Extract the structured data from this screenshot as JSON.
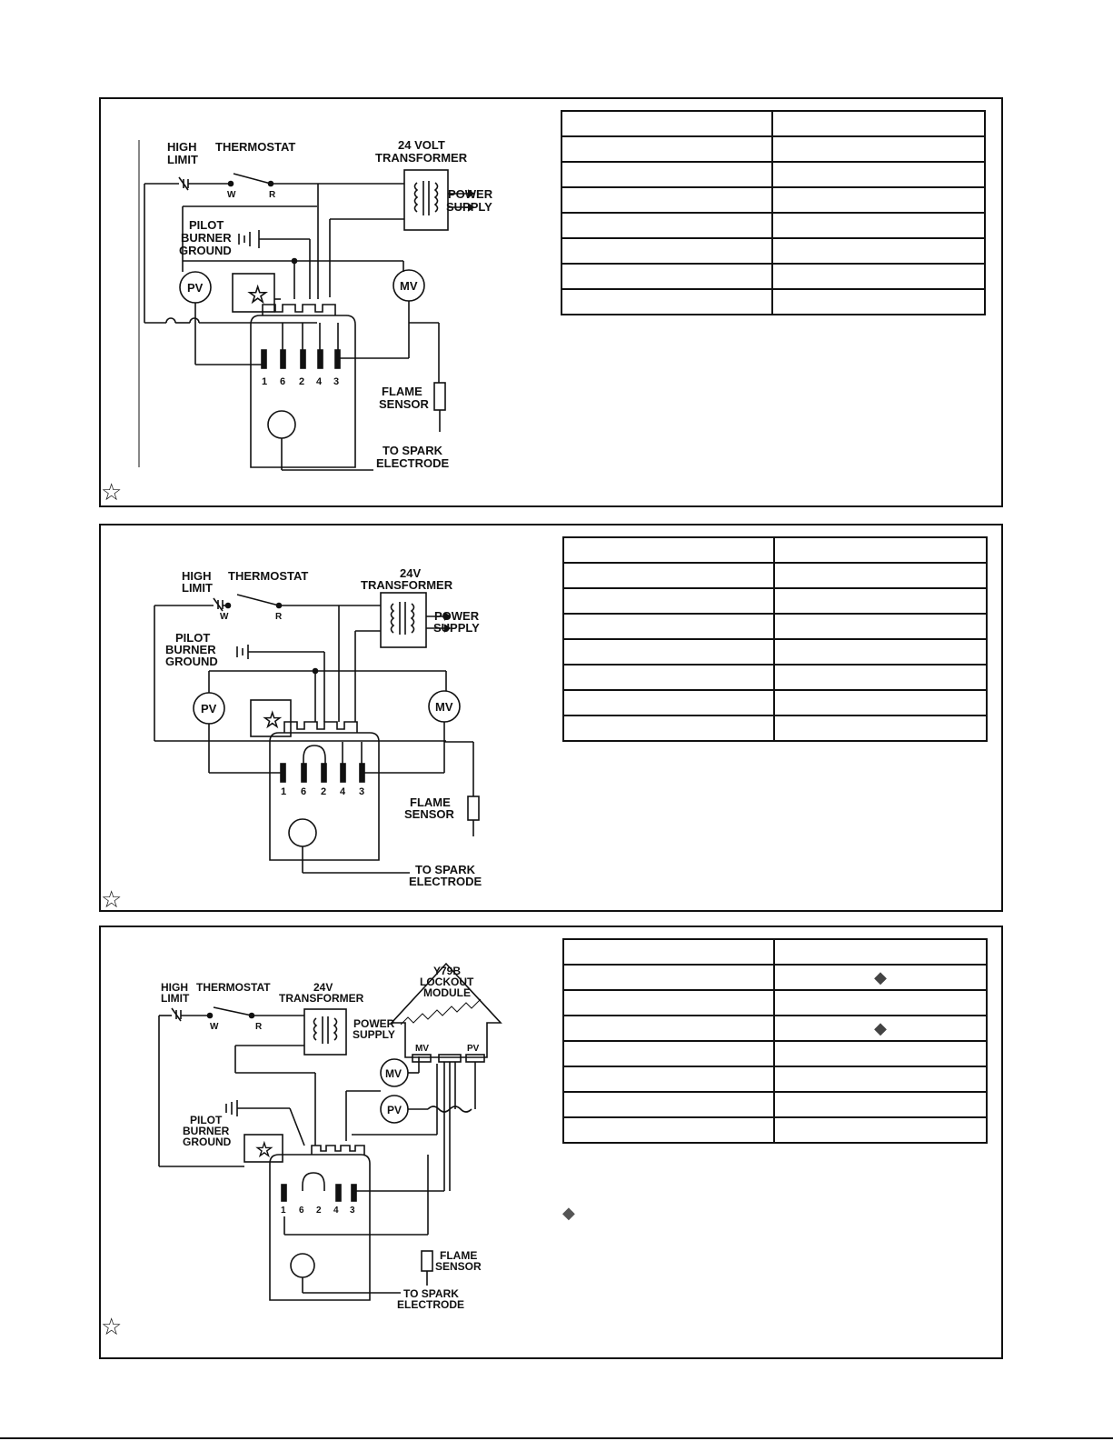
{
  "panels": [
    {
      "labels": {
        "high": "HIGH",
        "limit": "LIMIT",
        "thermostat": "THERMOSTAT",
        "w": "W",
        "r": "R",
        "transformer_1": "24 VOLT",
        "transformer_2": "TRANSFORMER",
        "power": "POWER",
        "supply": "SUPPLY",
        "pilot": "PILOT",
        "burner": "BURNER",
        "ground": "GROUND",
        "pv": "PV",
        "mv": "MV",
        "t1": "1",
        "t6": "6",
        "t2": "2",
        "t4": "4",
        "t3": "3",
        "flame": "FLAME",
        "sensor": "SENSOR",
        "to_spark": "TO SPARK",
        "electrode": "ELECTRODE",
        "star": "☆"
      },
      "table_rows": [
        [
          "",
          ""
        ],
        [
          "",
          ""
        ],
        [
          "",
          ""
        ],
        [
          "",
          ""
        ],
        [
          "",
          ""
        ],
        [
          "",
          ""
        ],
        [
          "",
          ""
        ],
        [
          "",
          ""
        ]
      ]
    },
    {
      "labels": {
        "high": "HIGH",
        "limit": "LIMIT",
        "thermostat": "THERMOSTAT",
        "w": "W",
        "r": "R",
        "transformer_1": "24V",
        "transformer_2": "TRANSFORMER",
        "power": "POWER",
        "supply": "SUPPLY",
        "pilot": "PILOT",
        "burner": "BURNER",
        "ground": "GROUND",
        "pv": "PV",
        "mv": "MV",
        "t1": "1",
        "t6": "6",
        "t2": "2",
        "t4": "4",
        "t3": "3",
        "flame": "FLAME",
        "sensor": "SENSOR",
        "to_spark": "TO SPARK",
        "electrode": "ELECTRODE",
        "star": "☆"
      },
      "table_rows": [
        [
          "",
          ""
        ],
        [
          "",
          ""
        ],
        [
          "",
          ""
        ],
        [
          "",
          ""
        ],
        [
          "",
          ""
        ],
        [
          "",
          ""
        ],
        [
          "",
          ""
        ],
        [
          "",
          ""
        ]
      ]
    },
    {
      "labels": {
        "high": "HIGH",
        "limit": "LIMIT",
        "thermostat": "THERMOSTAT",
        "w": "W",
        "r": "R",
        "transformer_1": "24V",
        "transformer_2": "TRANSFORMER",
        "power": "POWER",
        "supply": "SUPPLY",
        "module_1": "Y79B",
        "module_2": "LOCKOUT",
        "module_3": "MODULE",
        "module_mv": "MV",
        "module_pv": "PV",
        "pilot": "PILOT",
        "burner": "BURNER",
        "ground": "GROUND",
        "pv": "PV",
        "mv": "MV",
        "t1": "1",
        "t6": "6",
        "t2": "2",
        "t4": "4",
        "t3": "3",
        "flame": "FLAME",
        "sensor": "SENSOR",
        "to_spark": "TO SPARK",
        "electrode": "ELECTRODE",
        "star": "☆"
      },
      "table_rows": [
        [
          "",
          ""
        ],
        [
          "",
          "◆"
        ],
        [
          "",
          ""
        ],
        [
          "",
          "◆"
        ],
        [
          "",
          ""
        ],
        [
          "",
          ""
        ],
        [
          "",
          ""
        ],
        [
          "",
          ""
        ]
      ],
      "legend_mark": "◆"
    }
  ]
}
